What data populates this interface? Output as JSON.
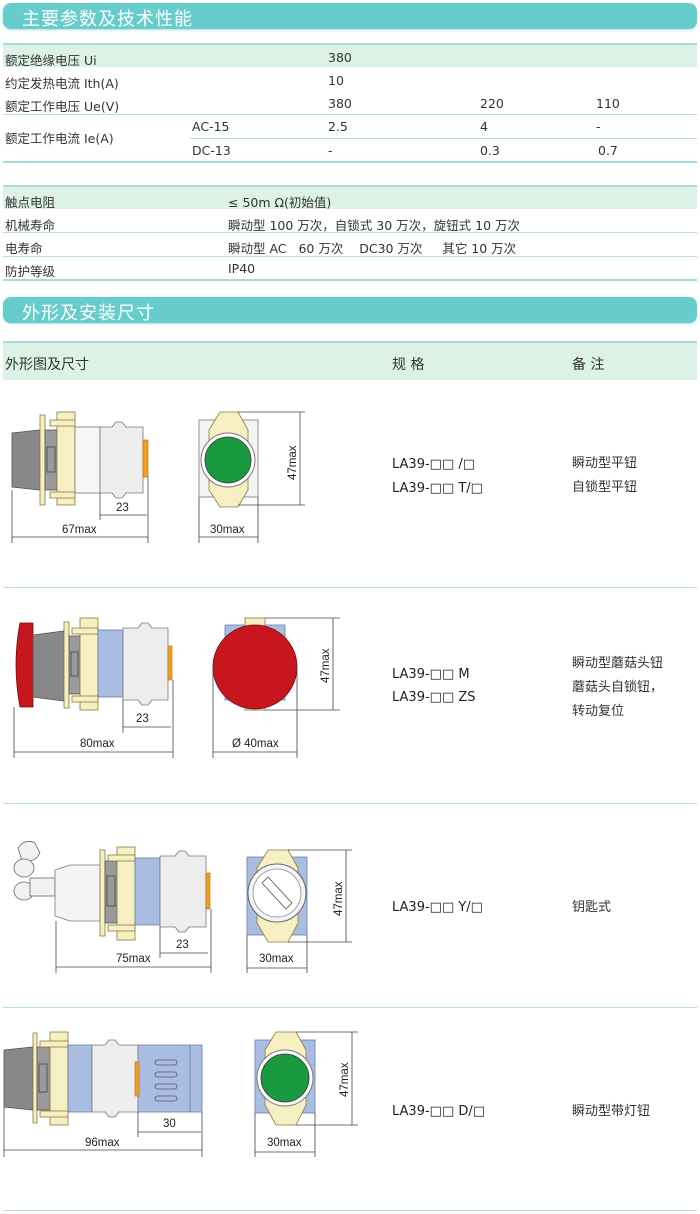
{
  "section1": {
    "title": "主要参数及技术性能",
    "table1": {
      "rows": [
        {
          "label": "额定绝缘电压 Ui",
          "values": [
            "380"
          ]
        },
        {
          "label": "约定发热电流 Ith(A)",
          "values": [
            "10"
          ]
        },
        {
          "label": "额定工作电压 Ue(V)",
          "values": [
            "380",
            "220",
            "110"
          ]
        },
        {
          "label": "额定工作电流 Ie(A)",
          "sub": [
            {
              "label": "AC-15",
              "values": [
                "2.5",
                "4",
                "-"
              ]
            },
            {
              "label": "DC-13",
              "values": [
                "-",
                "0.3",
                "0.7"
              ]
            }
          ]
        }
      ]
    },
    "table2": {
      "rows": [
        {
          "label": "触点电阻",
          "value": "≤ 50m Ω(初始值)"
        },
        {
          "label": "机械寿命",
          "value": "瞬动型 100 万次，自锁式 30 万次，旋钮式 10 万次"
        },
        {
          "label": "电寿命",
          "value": "瞬动型 AC   60 万次    DC30 万次     其它 10 万次"
        },
        {
          "label": "防护等级",
          "value": "IP40"
        }
      ]
    }
  },
  "section2": {
    "title": "外形及安装尺寸",
    "headers": {
      "drawing": "外形图及尺寸",
      "spec": "规 格",
      "note": "备 注"
    },
    "items": [
      {
        "specs": [
          "LA39-□□ /□",
          "LA39-□□ T/□"
        ],
        "notes": [
          "瞬动型平钮",
          "自锁型平钮"
        ],
        "dims": {
          "length": "67max",
          "depth": "23",
          "width": "30max",
          "height": "47max"
        },
        "cap_color": "#1a9a40"
      },
      {
        "specs": [
          "LA39-□□ M",
          "LA39-□□ ZS"
        ],
        "notes": [
          "瞬动型蘑菇头钮",
          "蘑菇头自锁钮，",
          "转动复位"
        ],
        "dims": {
          "length": "80max",
          "depth": "23",
          "width": "Ø 40max",
          "height": "47max"
        },
        "cap_color": "#c8161e"
      },
      {
        "specs": [
          "LA39-□□ Y/□"
        ],
        "notes": [
          "钥匙式"
        ],
        "dims": {
          "length": "75max",
          "depth": "23",
          "width": "30max",
          "height": "47max"
        }
      },
      {
        "specs": [
          "LA39-□□ D/□"
        ],
        "notes": [
          "瞬动型带灯钮"
        ],
        "dims": {
          "length": "96max",
          "depth": "30",
          "width": "30max",
          "height": "47max"
        },
        "cap_color": "#1a9a40"
      }
    ]
  },
  "colors": {
    "band": "#66cccc",
    "row_highlight": "#dcf2e6",
    "divider": "#a8dcdc"
  }
}
